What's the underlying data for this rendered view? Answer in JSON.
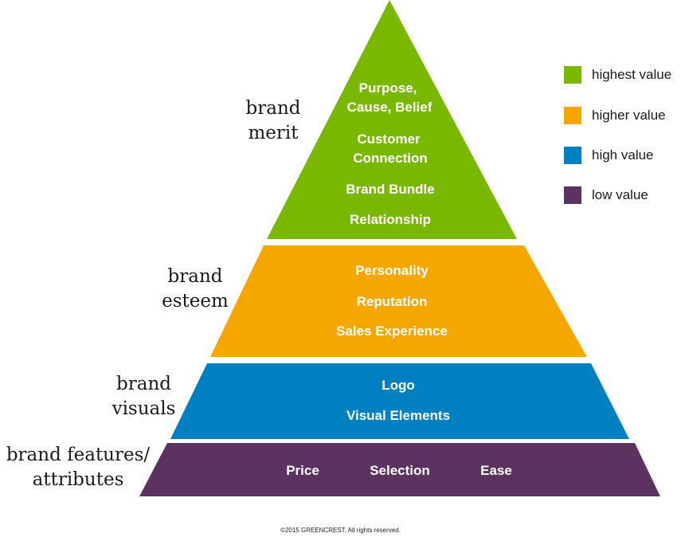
{
  "colors": {
    "highest": "#7ab800",
    "higher": "#f5a700",
    "high": "#0080c0",
    "low": "#5c3360"
  },
  "tiers": {
    "merit": {
      "label_line1": "brand",
      "label_line2": "merit",
      "items": [
        "Purpose,",
        "Cause, Belief",
        "Customer",
        "Connection",
        "Brand Bundle",
        "Relationship"
      ]
    },
    "esteem": {
      "label_line1": "brand",
      "label_line2": "esteem",
      "items": [
        "Personality",
        "Reputation",
        "Sales Experience"
      ]
    },
    "visuals": {
      "label_line1": "brand",
      "label_line2": "visuals",
      "items": [
        "Logo",
        "Visual Elements"
      ]
    },
    "features": {
      "label_line1": "brand features/",
      "label_line2": "attributes",
      "items": [
        "Price",
        "Selection",
        "Ease"
      ]
    }
  },
  "legend": [
    {
      "label": "highest value",
      "color": "#7ab800"
    },
    {
      "label": "higher value",
      "color": "#f5a700"
    },
    {
      "label": "high value",
      "color": "#0080c0"
    },
    {
      "label": "low value",
      "color": "#5c3360"
    }
  ],
  "copyright": "©2015 GREENCREST. All rights reserved."
}
